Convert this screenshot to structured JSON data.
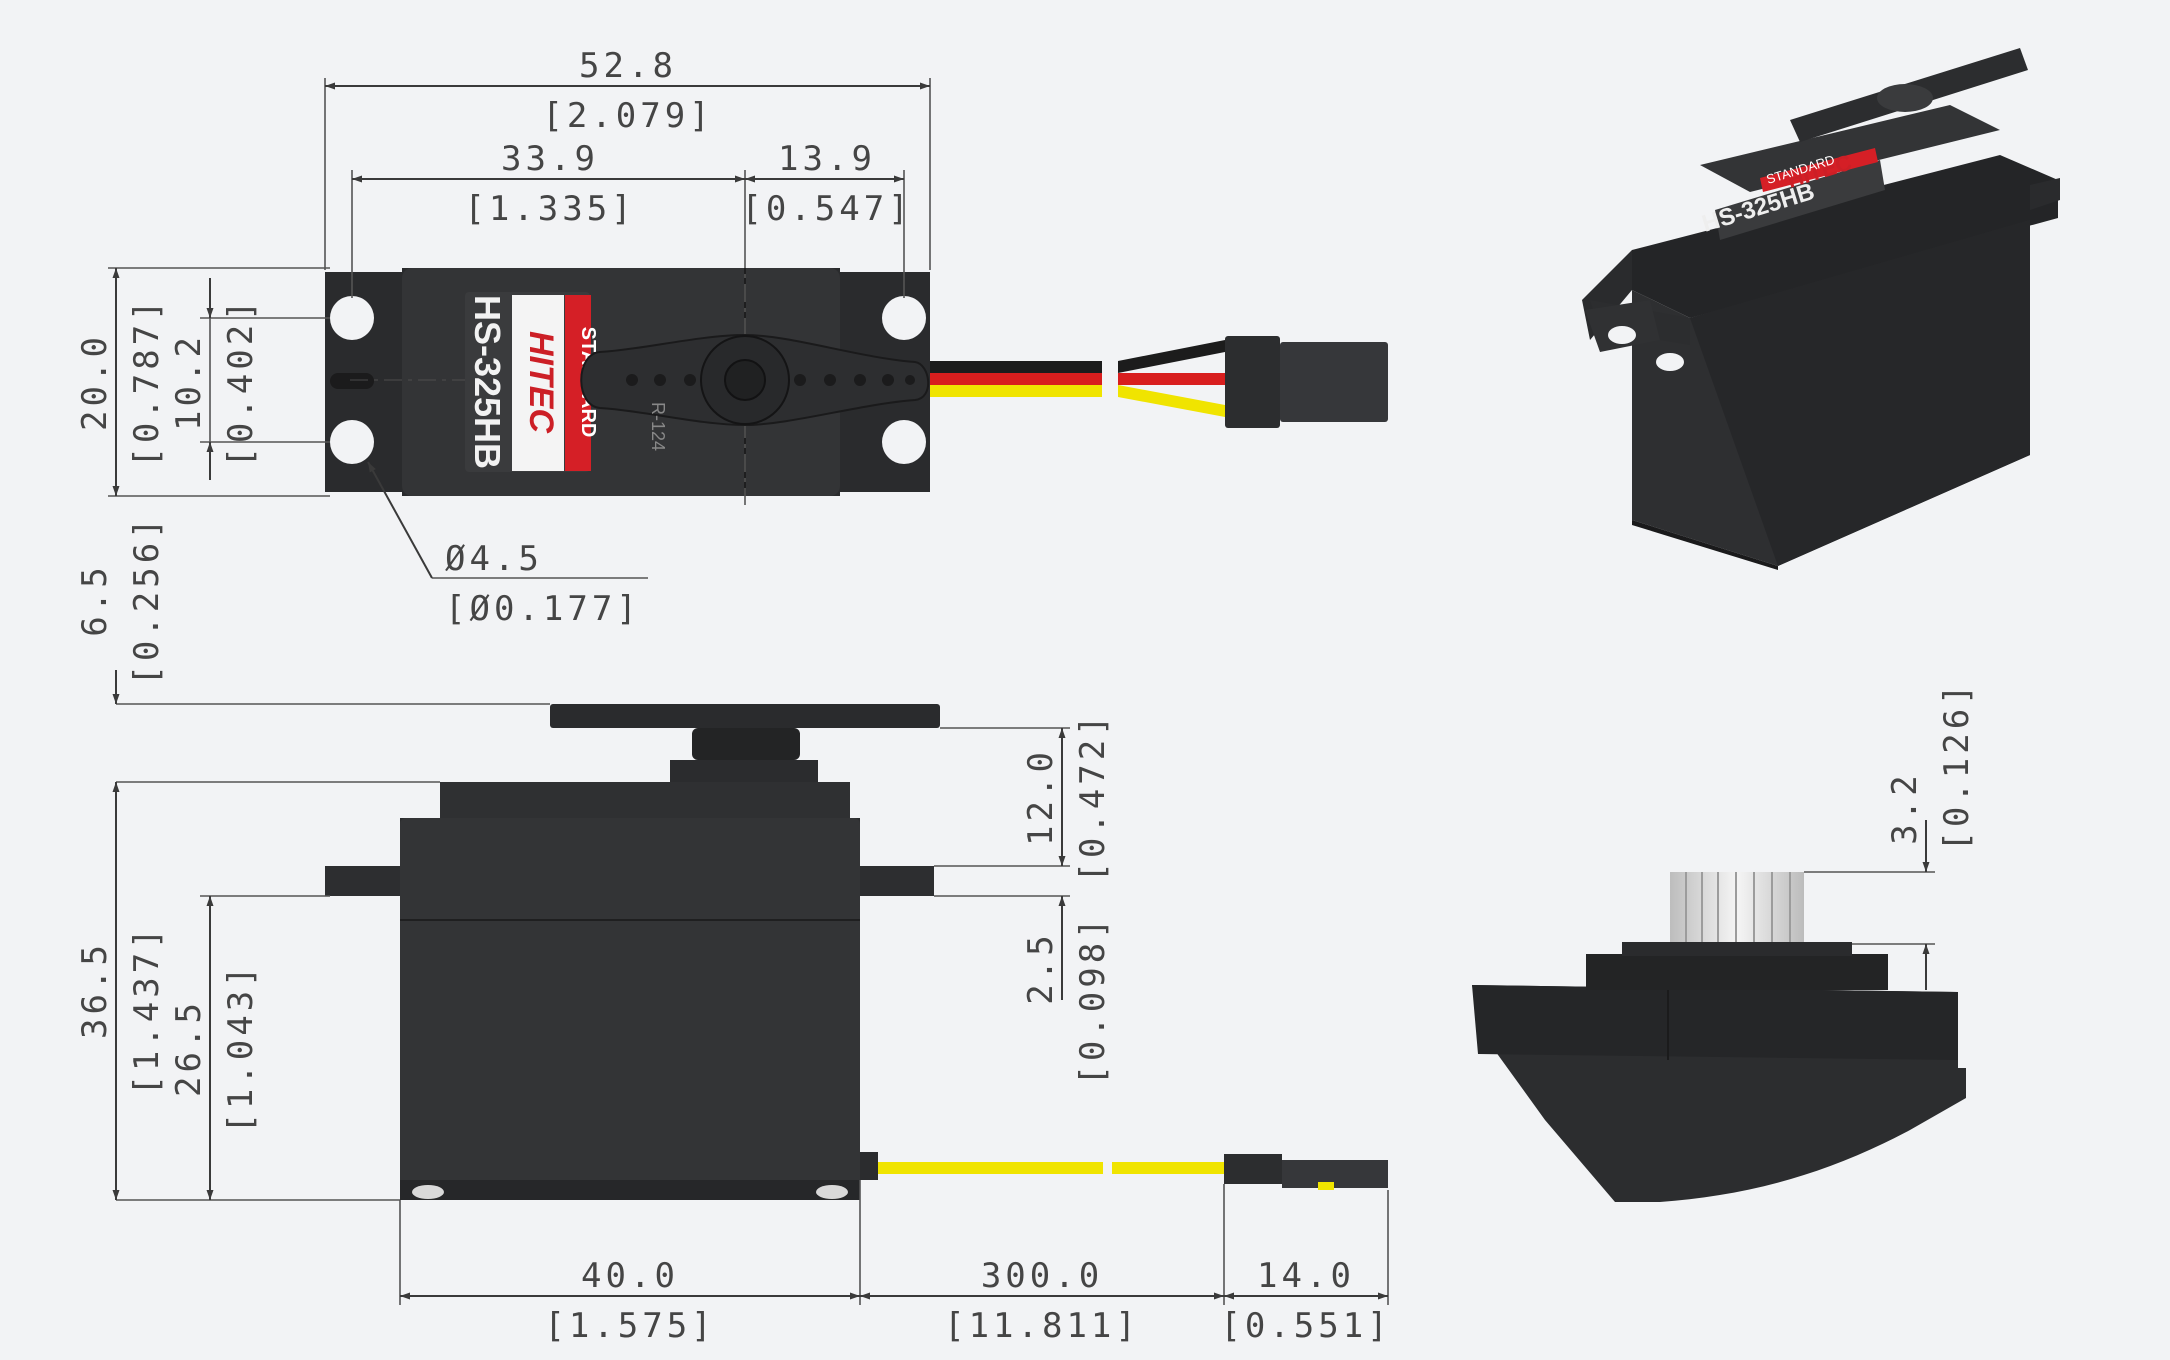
{
  "product": {
    "brand": "HITEC",
    "model": "HS-325HB",
    "series": "STANDARD",
    "horn_mark": "R-124"
  },
  "dimensions": {
    "overall_length": {
      "mm": "52.8",
      "in": "[2.079]"
    },
    "hole_to_shaft": {
      "mm": "33.9",
      "in": "[1.335]"
    },
    "shaft_to_hole": {
      "mm": "13.9",
      "in": "[0.547]"
    },
    "width": {
      "mm": "20.0",
      "in": "[0.787]"
    },
    "hole_spacing": {
      "mm": "10.2",
      "in": "[0.402]"
    },
    "hole_diameter": {
      "mm": "Ø4.5",
      "in": "[Ø0.177]"
    },
    "horn_height": {
      "mm": "6.5",
      "in": "[0.256]"
    },
    "body_height": {
      "mm": "36.5",
      "in": "[1.437]"
    },
    "flange_height": {
      "mm": "26.5",
      "in": "[1.043]"
    },
    "top_to_flange": {
      "mm": "12.0",
      "in": "[0.472]"
    },
    "flange_thickness": {
      "mm": "2.5",
      "in": "[0.098]"
    },
    "spline_height": {
      "mm": "3.2",
      "in": "[0.126]"
    },
    "body_length": {
      "mm": "40.0",
      "in": "[1.575]"
    },
    "lead_length": {
      "mm": "300.0",
      "in": "[11.811]"
    },
    "connector_length": {
      "mm": "14.0",
      "in": "[0.551]"
    }
  },
  "colors": {
    "body": "#2a2b2d",
    "wire_black": "#1a1a1a",
    "wire_red": "#d81e1e",
    "wire_yellow": "#f0e400",
    "label_red": "#d51f26",
    "background": "#f2f3f5"
  }
}
